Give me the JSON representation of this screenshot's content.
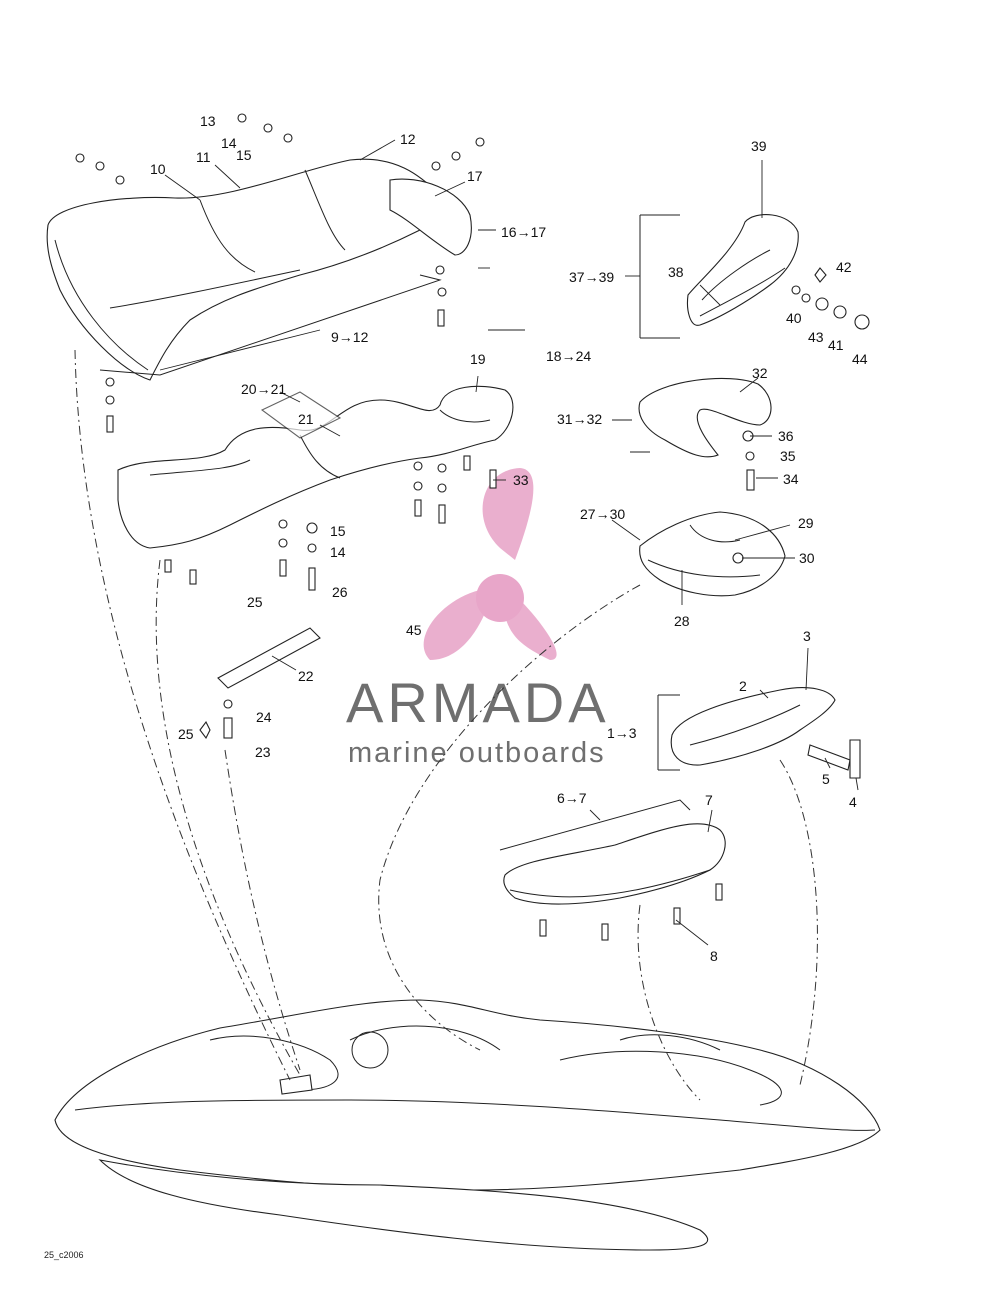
{
  "diagram": {
    "image_code": "25_c2006",
    "watermark": {
      "brand": "ARMADA",
      "tagline": "marine outboards",
      "logo_color": "#e8a6c9",
      "text_color": "#6f6f6f"
    },
    "callouts": [
      {
        "id": "c13",
        "text": "13"
      },
      {
        "id": "c14a",
        "text": "14"
      },
      {
        "id": "c15a",
        "text": "15"
      },
      {
        "id": "c12",
        "text": "12"
      },
      {
        "id": "c11",
        "text": "11"
      },
      {
        "id": "c10",
        "text": "10"
      },
      {
        "id": "c17",
        "text": "17"
      },
      {
        "id": "c16to17",
        "text": "16→17"
      },
      {
        "id": "c9to12",
        "text": "9→12"
      },
      {
        "id": "c39",
        "text": "39"
      },
      {
        "id": "c37to39",
        "text": "37→39"
      },
      {
        "id": "c38",
        "text": "38"
      },
      {
        "id": "c42",
        "text": "42"
      },
      {
        "id": "c40",
        "text": "40"
      },
      {
        "id": "c43",
        "text": "43"
      },
      {
        "id": "c41",
        "text": "41"
      },
      {
        "id": "c44",
        "text": "44"
      },
      {
        "id": "c18to24",
        "text": "18→24"
      },
      {
        "id": "c19",
        "text": "19"
      },
      {
        "id": "c20to21",
        "text": "20→21"
      },
      {
        "id": "c21",
        "text": "21"
      },
      {
        "id": "c32",
        "text": "32"
      },
      {
        "id": "c31to32",
        "text": "31→32"
      },
      {
        "id": "c36",
        "text": "36"
      },
      {
        "id": "c35",
        "text": "35"
      },
      {
        "id": "c34",
        "text": "34"
      },
      {
        "id": "c33",
        "text": "33"
      },
      {
        "id": "c15b",
        "text": "15"
      },
      {
        "id": "c14b",
        "text": "14"
      },
      {
        "id": "c25a",
        "text": "25"
      },
      {
        "id": "c26",
        "text": "26"
      },
      {
        "id": "c27to30",
        "text": "27→30"
      },
      {
        "id": "c29",
        "text": "29"
      },
      {
        "id": "c30",
        "text": "30"
      },
      {
        "id": "c28",
        "text": "28"
      },
      {
        "id": "c45",
        "text": "45"
      },
      {
        "id": "c22",
        "text": "22"
      },
      {
        "id": "c24",
        "text": "24"
      },
      {
        "id": "c25b",
        "text": "25"
      },
      {
        "id": "c23",
        "text": "23"
      },
      {
        "id": "c3",
        "text": "3"
      },
      {
        "id": "c2",
        "text": "2"
      },
      {
        "id": "c1to3",
        "text": "1→3"
      },
      {
        "id": "c5",
        "text": "5"
      },
      {
        "id": "c4",
        "text": "4"
      },
      {
        "id": "c6to7",
        "text": "6→7"
      },
      {
        "id": "c7",
        "text": "7"
      },
      {
        "id": "c8",
        "text": "8"
      }
    ]
  }
}
